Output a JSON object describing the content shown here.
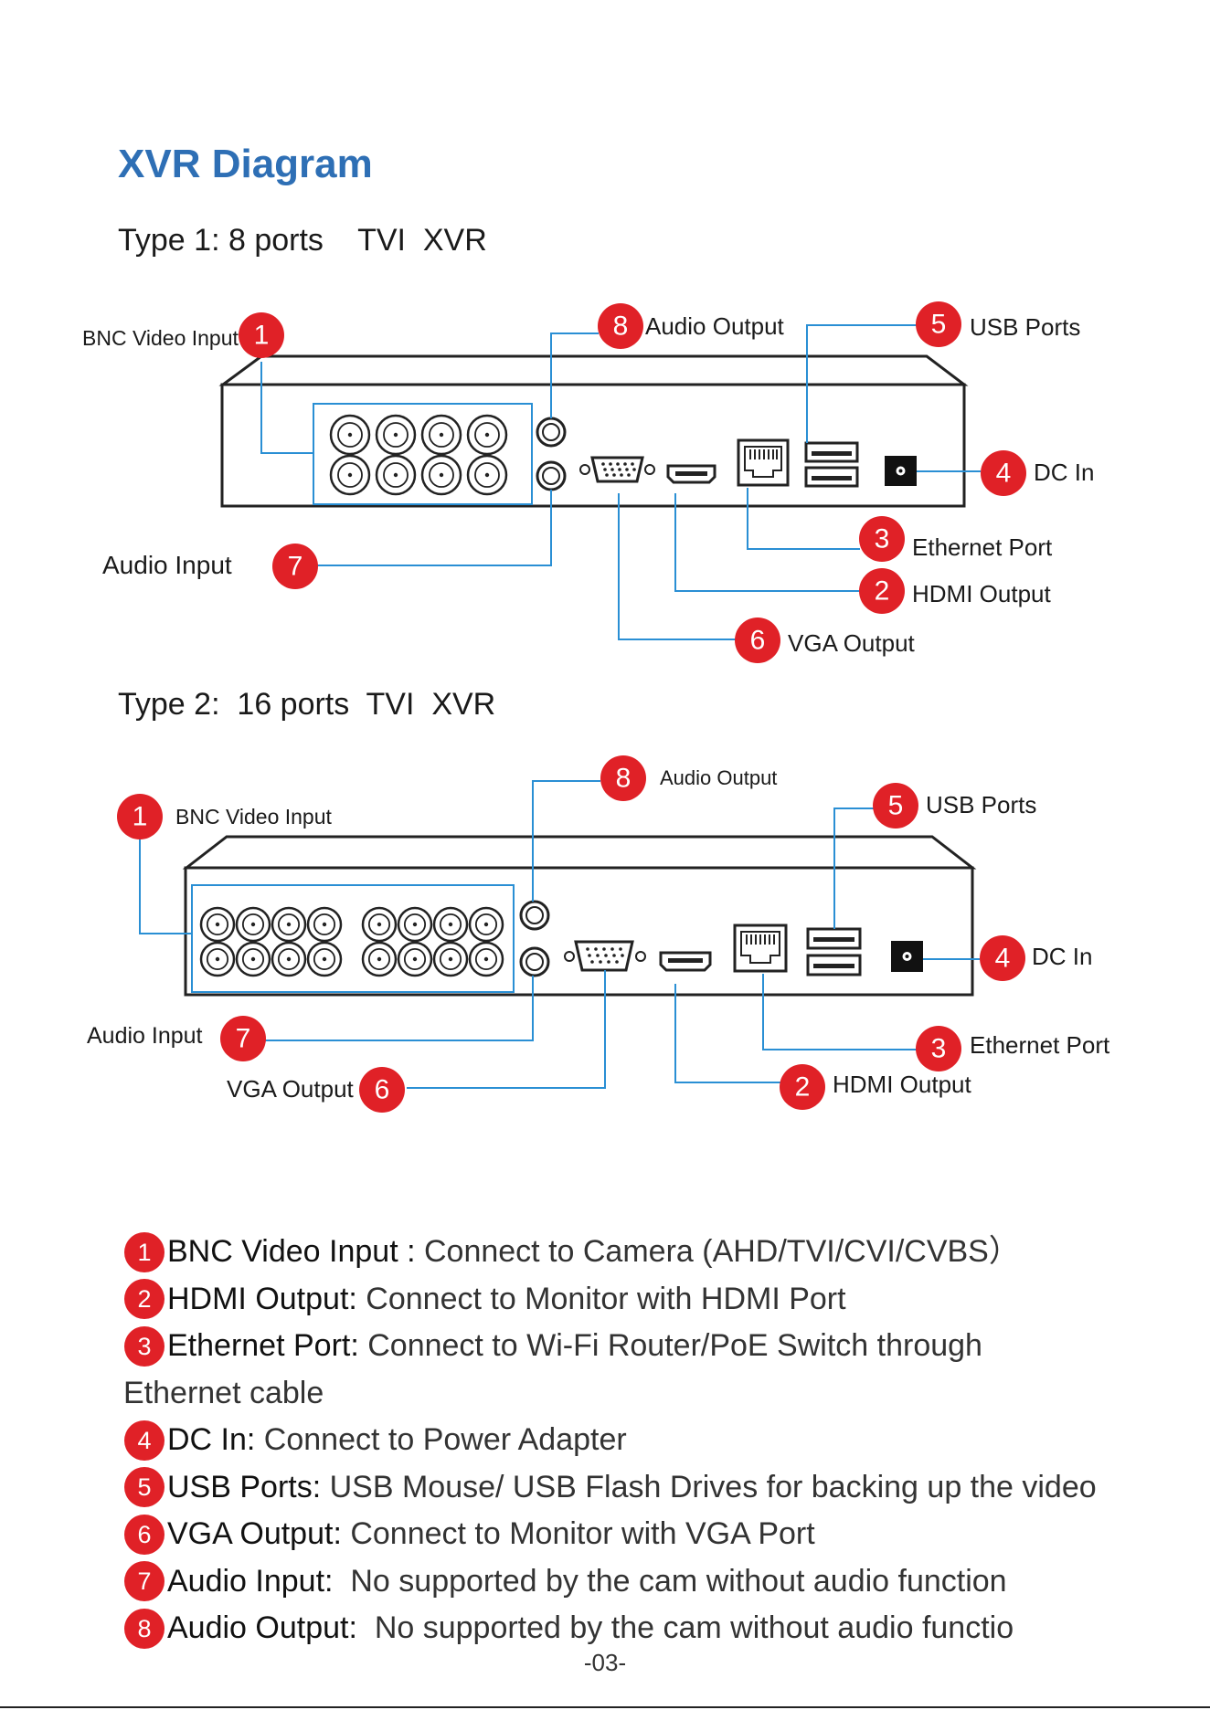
{
  "page": {
    "title": "XVR Diagram",
    "type1_heading": "Type 1: 8 ports    TVI  XVR",
    "type2_heading": "Type 2:  16 ports  TVI  XVR",
    "page_number": "-03-"
  },
  "colors": {
    "title": "#2e6fb5",
    "badge": "#e02127",
    "leader": "#2a8fd4",
    "device": "#222222"
  },
  "diagram1": {
    "labels": {
      "bnc": "BNC Video Input",
      "audio_out": "Audio Output",
      "usb": "USB Ports",
      "dc": "DC In",
      "audio_in": "Audio Input",
      "ethernet": "Ethernet Port",
      "hdmi": "HDMI Output",
      "vga": "VGA Output"
    },
    "badges": {
      "bnc": "1",
      "audio_out": "8",
      "usb": "5",
      "dc": "4",
      "audio_in": "7",
      "ethernet": "3",
      "hdmi": "2",
      "vga": "6"
    }
  },
  "diagram2": {
    "labels": {
      "bnc": "BNC Video Input",
      "audio_out": "Audio Output",
      "usb": "USB Ports",
      "dc": "DC In",
      "audio_in": "Audio Input",
      "ethernet": "Ethernet Port",
      "hdmi": "HDMI Output",
      "vga": "VGA Output"
    },
    "badges": {
      "bnc": "1",
      "audio_out": "8",
      "usb": "5",
      "dc": "4",
      "audio_in": "7",
      "ethernet": "3",
      "hdmi": "2",
      "vga": "6"
    }
  },
  "legend": [
    {
      "num": "1",
      "term": "BNC Video Input :",
      "desc": " Connect to Camera (AHD/TVI/CVI/CVBS）"
    },
    {
      "num": "2",
      "term": "HDMI Output:",
      "desc": " Connect to Monitor with HDMI Port"
    },
    {
      "num": "3",
      "term": "Ethernet Port:",
      "desc": " Connect to Wi-Fi Router/PoE Switch through",
      "cont": "Ethernet cable"
    },
    {
      "num": "4",
      "term": "DC In:",
      "desc": " Connect to Power Adapter"
    },
    {
      "num": "5",
      "term": "USB Ports:",
      "desc": " USB Mouse/ USB Flash Drives for backing up the video"
    },
    {
      "num": "6",
      "term": "VGA Output:",
      "desc": " Connect to Monitor with VGA Port"
    },
    {
      "num": "7",
      "term": "Audio Input:",
      "desc": "  No supported by the cam without audio function"
    },
    {
      "num": "8",
      "term": "Audio Output:",
      "desc": "  No supported by the cam without audio functio"
    }
  ]
}
